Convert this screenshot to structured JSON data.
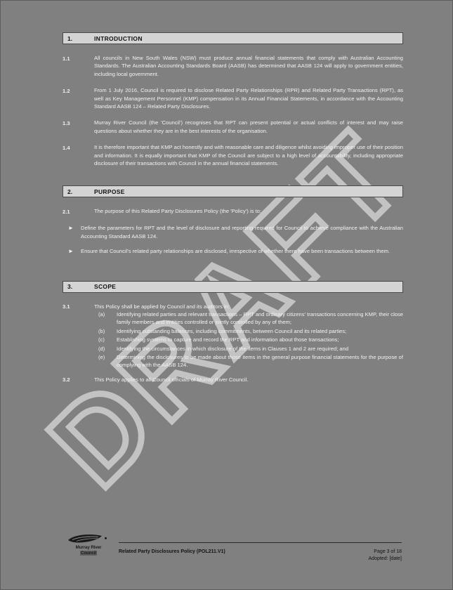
{
  "document": {
    "watermark": "DRAFT",
    "page_background": "#808080",
    "heading_band_color": "#d4d4d4",
    "body_text_color": "#f2f2f2"
  },
  "sections": [
    {
      "number": "1.",
      "title": "INTRODUCTION",
      "clauses": [
        {
          "num": "1.1",
          "text": "All councils in New South Wales (NSW) must produce annual financial statements that comply with Australian Accounting Standards. The Australian Accounting Standards Board (AASB) has determined that AASB 124 will apply to government entities, including local government."
        },
        {
          "num": "1.2",
          "text": "From 1 July 2016, Council is required to disclose Related Party Relationships (RPR) and Related Party Transactions (RPT), as well as Key Management Personnel (KMP) compensation in its Annual Financial Statements, in accordance with the Accounting Standard AASB 124 – Related Party Disclosures."
        },
        {
          "num": "1.3",
          "text": "Murray River Council (the 'Council') recognises that RPT can present potential or actual conflicts of interest and may raise questions about whether they are in the best interests of the organisation."
        },
        {
          "num": "1.4",
          "text": "It is therefore important that KMP act honestly and with reasonable care and diligence whilst avoiding improper use of their position and information. It is equally important that KMP of the Council are subject to a high level of accountability, including appropriate disclosure of their transactions with Council in the annual financial statements."
        }
      ]
    },
    {
      "number": "2.",
      "title": "PURPOSE",
      "clauses": [
        {
          "num": "2.1",
          "text": "The purpose of this Related Party Disclosures Policy (the 'Policy') is to:"
        }
      ],
      "bullets": [
        {
          "glyph": "►",
          "text": "Define the parameters for RPT and the level of disclosure and reporting required for Council to achieve compliance with the Australian Accounting Standard AASB 124."
        },
        {
          "glyph": "►",
          "text": "Ensure that Council's related party relationships are disclosed, irrespective of whether there have been transactions between them."
        }
      ]
    },
    {
      "number": "3.",
      "title": "SCOPE",
      "clauses": [
        {
          "num": "3.1",
          "text": "This Policy shall be applied by Council and its auditors in:"
        }
      ],
      "alpha_items": [
        {
          "label": "(a)",
          "text": "Identifying related parties and relevant transactions – RPT and ordinary citizens' transactions concerning KMP, their close family members and entities controlled or jointly controlled by any of them;"
        },
        {
          "label": "(b)",
          "text": "Identifying outstanding balances, including commitments, between Council and its related parties;"
        },
        {
          "label": "(c)",
          "text": "Establishing systems to capture and record the RPT and information about those transactions;"
        },
        {
          "label": "(d)",
          "text": "Identifying the circumstances in which disclosure of the items in Clauses 1 and 2 are required; and"
        },
        {
          "label": "(e)",
          "text": "Determining the disclosures to be made about those items in the general purpose financial statements for the purpose of complying with the AASB 124."
        }
      ],
      "trailing_clause": {
        "num": "3.2",
        "text": "This Policy applies to all Council officials of Murray River Council."
      }
    }
  ],
  "footer": {
    "logo_name_line1": "Murray River",
    "logo_name_line2": "Council",
    "document_title": "Related Party Disclosures Policy (POL211.V1)",
    "page_number": "Page 3 of 18",
    "adopted": "Adopted: [date]"
  }
}
